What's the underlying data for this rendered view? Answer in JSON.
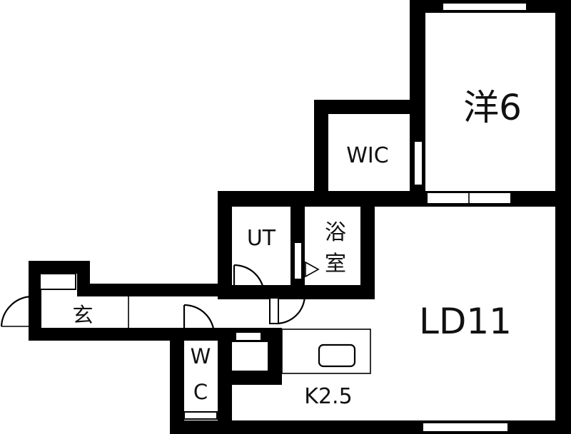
{
  "floorplan": {
    "rooms": {
      "western_room": "洋6",
      "wic": "WIC",
      "utility": "UT",
      "bath_1": "浴",
      "bath_2": "室",
      "living_dining": "LD11",
      "entrance": "玄",
      "toilet_1": "W",
      "toilet_2": "C",
      "kitchen": "K2.5"
    },
    "colors": {
      "wall": "#000000",
      "background": "#ffffff"
    }
  }
}
